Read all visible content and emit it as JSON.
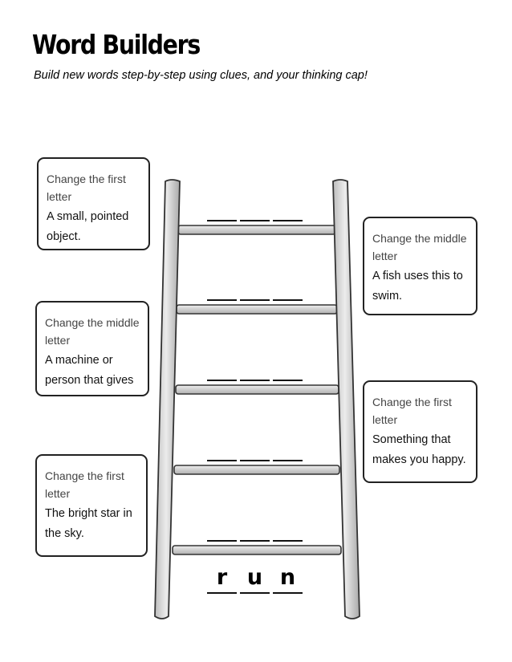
{
  "page": {
    "title": "Word Builders",
    "subtitle": "Build new words step-by-step using clues, and your thinking cap!"
  },
  "clues": [
    {
      "instruction": "Change the first letter",
      "hint": "A small, pointed object."
    },
    {
      "instruction": "Change the middle letter",
      "hint": "A fish uses this to swim."
    },
    {
      "instruction": "Change the middle letter",
      "hint": "A machine or person that gives"
    },
    {
      "instruction": "Change the first letter",
      "hint": "Something that makes you happy."
    },
    {
      "instruction": "Change the first letter",
      "hint": "The bright star in the sky."
    }
  ],
  "start_word": {
    "letters": [
      "r",
      "u",
      "n"
    ]
  },
  "colors": {
    "rail": "#d2d2d2",
    "outline": "#3a3a3a"
  }
}
